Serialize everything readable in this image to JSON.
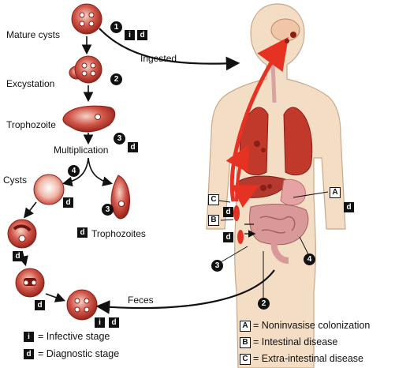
{
  "stages": {
    "mature_cysts": "Mature cysts",
    "excystation": "Excystation",
    "trophozoite": "Trophozoite",
    "multiplication": "Multiplication",
    "cysts": "Cysts",
    "trophozoites": "Trophozoites"
  },
  "arrows": {
    "ingested": "Ingested",
    "feces": "Feces"
  },
  "step_numbers": [
    "1",
    "2",
    "3",
    "4"
  ],
  "badges": {
    "infective": "i",
    "diagnostic": "d",
    "site_a": "A",
    "site_b": "B",
    "site_c": "C"
  },
  "legend": {
    "infective_stage": "= Infective stage",
    "diagnostic_stage": "= Diagnostic stage",
    "noninvasive": "= Noninvasise colonization",
    "intestinal": "= Intestinal disease",
    "extra_intestinal": "= Extra-intestinal disease"
  },
  "colors": {
    "cyst_fill": "#c8382e",
    "cyst_dark": "#8a1f17",
    "body_skin": "#f3ddc4",
    "organ_red": "#c0392b",
    "arrow_red": "#e53222",
    "intestine_pink": "#d9a3a3"
  }
}
